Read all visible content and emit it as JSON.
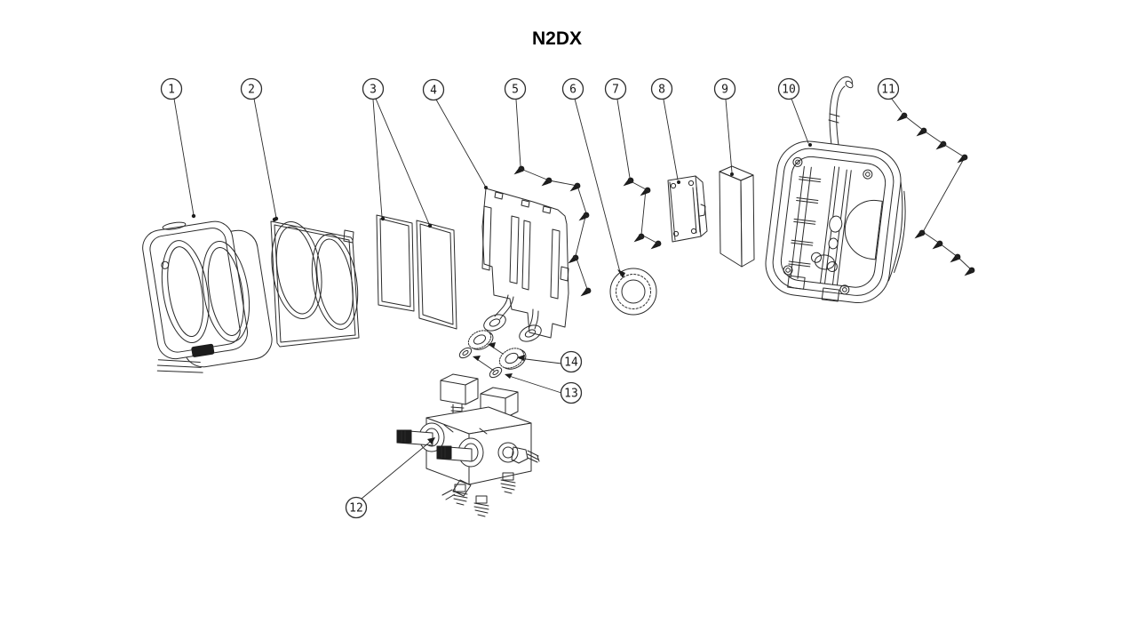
{
  "title": "N2DX",
  "colors": {
    "line_art": "#2a2a2a",
    "background": "#ffffff"
  },
  "diagram": {
    "callouts": [
      {
        "label": "1"
      },
      {
        "label": "2"
      },
      {
        "label": "3"
      },
      {
        "label": "4"
      },
      {
        "label": "5"
      },
      {
        "label": "6"
      },
      {
        "label": "7"
      },
      {
        "label": "8"
      },
      {
        "label": "9"
      },
      {
        "label": "10"
      },
      {
        "label": "11"
      },
      {
        "label": "12"
      },
      {
        "label": "13"
      },
      {
        "label": "14"
      }
    ]
  }
}
